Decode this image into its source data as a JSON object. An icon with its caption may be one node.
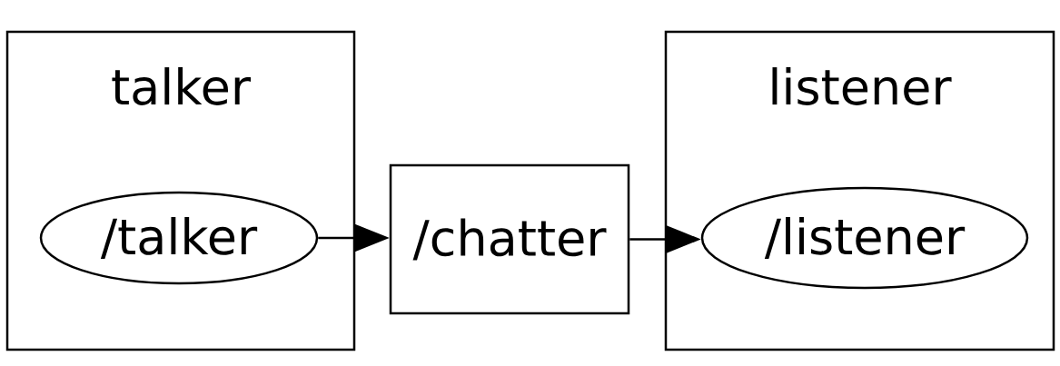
{
  "diagram": {
    "nodes": [
      {
        "text": [
          "talker"
        ]
      },
      {
        "text": [
          "/talker"
        ],
        "in": 0
      },
      {
        "text": [
          "/chatter"
        ]
      },
      {
        "text": [
          "listener"
        ]
      },
      {
        "text": [
          "/listener"
        ],
        "in": 3
      }
    ],
    "edges": [
      {
        "from": 1,
        "to": 2,
        "arrow": "to"
      },
      {
        "from": 2,
        "to": 4,
        "arrow": "to"
      }
    ]
  }
}
